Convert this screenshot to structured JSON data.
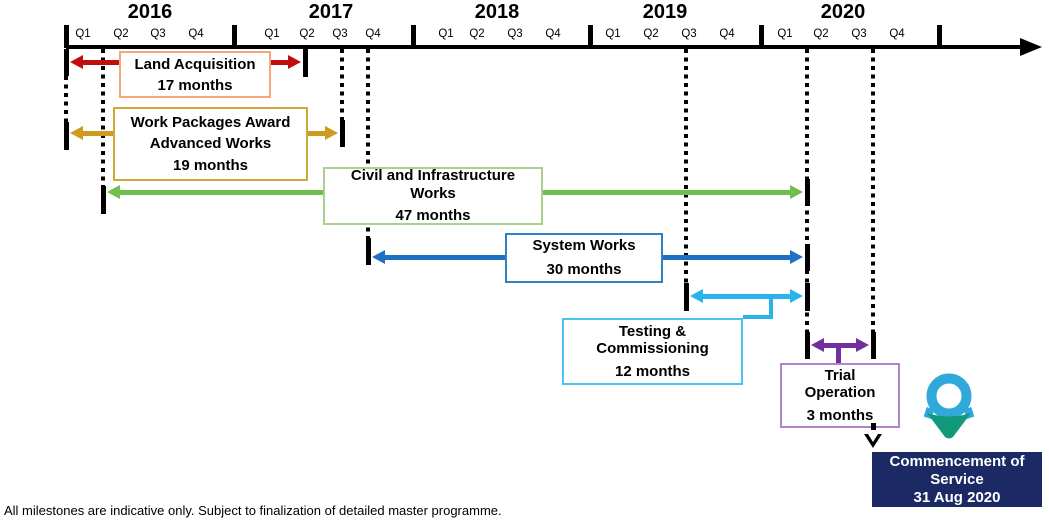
{
  "timeline": {
    "years": [
      {
        "label": "2016",
        "quarters": [
          "Q1",
          "Q2",
          "Q3",
          "Q4"
        ]
      },
      {
        "label": "2017",
        "quarters": [
          "Q1",
          "Q2",
          "Q3",
          "Q4"
        ]
      },
      {
        "label": "2018",
        "quarters": [
          "Q1",
          "Q2",
          "Q3",
          "Q4"
        ]
      },
      {
        "label": "2019",
        "quarters": [
          "Q1",
          "Q2",
          "Q3",
          "Q4"
        ]
      },
      {
        "label": "2020",
        "quarters": [
          "Q1",
          "Q2",
          "Q3",
          "Q4"
        ]
      }
    ]
  },
  "phases": [
    {
      "name": "land-acquisition",
      "title_lines": [
        "Land Acquisition"
      ],
      "duration": "17 months",
      "arrow_color": "#c00d0d",
      "border_color": "#f4a77b"
    },
    {
      "name": "work-packages-award",
      "title_lines": [
        "Work Packages Award",
        "Advanced Works"
      ],
      "duration": "19 months",
      "arrow_color": "#cd9b1d",
      "border_color": "#cfa838"
    },
    {
      "name": "civil-infrastructure-works",
      "title_lines": [
        "Civil and Infrastructure",
        "Works"
      ],
      "duration": "47 months",
      "arrow_color": "#70bf4e",
      "border_color": "#a9d18e"
    },
    {
      "name": "system-works",
      "title_lines": [
        "System Works"
      ],
      "duration": "30 months",
      "arrow_color": "#1f6fc4",
      "border_color": "#2e81c6"
    },
    {
      "name": "testing-commissioning",
      "title_lines": [
        "Testing &",
        "Commissioning"
      ],
      "duration": "12 months",
      "arrow_color": "#29b4ec",
      "border_color": "#4fc3ee"
    },
    {
      "name": "trial-operation",
      "title_lines": [
        "Trial",
        "Operation"
      ],
      "duration": "3 months",
      "arrow_color": "#7030a0",
      "border_color": "#b085c9"
    }
  ],
  "milestone": {
    "lines": [
      "Commencement of",
      "Service",
      "31 Aug 2020"
    ],
    "bg_color": "#1b2a64",
    "icon": "location-pin-icon",
    "icon_colors": {
      "ring": "#31a8da",
      "pin": "#12997c"
    }
  },
  "footnote": "All milestones are indicative only. Subject to finalization of detailed master programme."
}
